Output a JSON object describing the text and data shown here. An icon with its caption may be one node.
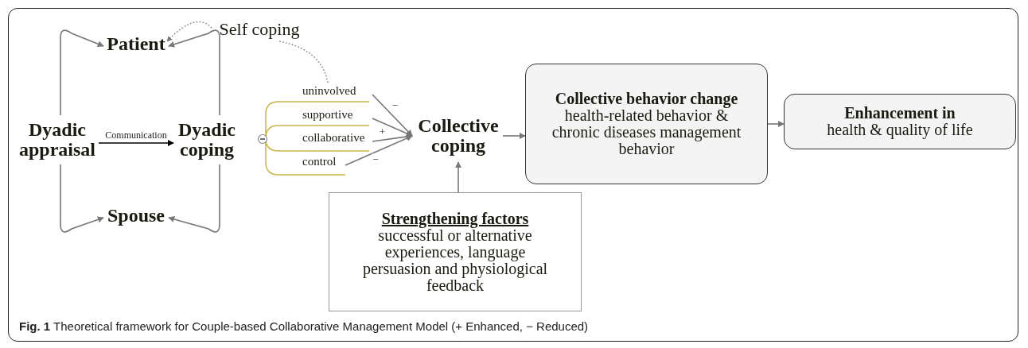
{
  "diagram": {
    "caption": "**Fig. 1** Theoretical framework for Couple-based Collaborative Management Model (+ Enhanced, − Reduced)",
    "nodes": [
      {
        "text": [
          "Patient"
        ]
      },
      {
        "text": [
          "Self coping"
        ]
      },
      {
        "text": [
          "Dyadic appraisal"
        ]
      },
      {
        "text": [
          "Dyadic coping"
        ]
      },
      {
        "text": [
          "Spouse"
        ]
      },
      {
        "text": [
          "uninvolved"
        ]
      },
      {
        "text": [
          "supportive"
        ]
      },
      {
        "text": [
          "collaborative"
        ]
      },
      {
        "text": [
          "control"
        ]
      },
      {
        "text": [
          "Collective coping"
        ]
      },
      {
        "text": [
          "Collective behavior change",
          "health-related behavior & chronic diseases management behavior"
        ]
      },
      {
        "text": [
          "Enhancement in",
          "health & quality of life"
        ]
      },
      {
        "text": [
          "Strengthening factors",
          "successful or alternative experiences, language persuasion and physiological feedback"
        ]
      }
    ],
    "edges": [
      {
        "from": 2,
        "to": 0,
        "arrow": "to"
      },
      {
        "from": 3,
        "to": 0,
        "arrow": "to"
      },
      {
        "from": 2,
        "to": 4,
        "arrow": "to"
      },
      {
        "from": 3,
        "to": 4,
        "arrow": "to"
      },
      {
        "from": 2,
        "to": 3,
        "arrow": "to",
        "label": "Communication",
        "color": "#000000"
      },
      {
        "from": 5,
        "to": 1,
        "arrow": "none",
        "style": "dashed"
      },
      {
        "from": 1,
        "to": 0,
        "arrow": "to",
        "style": "dashed"
      },
      {
        "from": 5,
        "to": 9,
        "arrow": "to",
        "label": "−"
      },
      {
        "from": 6,
        "to": 9,
        "arrow": "to"
      },
      {
        "from": 7,
        "to": 9,
        "arrow": "to",
        "label": "+"
      },
      {
        "from": 8,
        "to": 9,
        "arrow": "to",
        "label": "−"
      },
      {
        "from": 9,
        "to": 10,
        "arrow": "to"
      },
      {
        "from": 10,
        "to": 11,
        "arrow": "to"
      },
      {
        "from": 12,
        "to": 9,
        "arrow": "to"
      }
    ]
  }
}
